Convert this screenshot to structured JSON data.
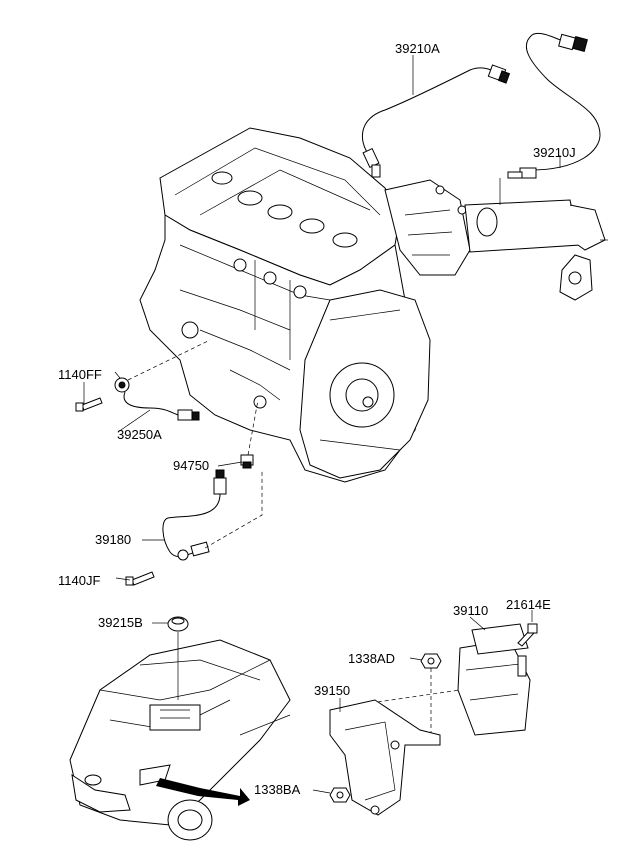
{
  "diagram": {
    "labels": {
      "p39210A": "39210A",
      "p39210J": "39210J",
      "p1140FF": "1140FF",
      "p39250A": "39250A",
      "p94750": "94750",
      "p39180": "39180",
      "p1140JF": "1140JF",
      "p39215B": "39215B",
      "p39110": "39110",
      "p21614E": "21614E",
      "p1338AD": "1338AD",
      "p39150": "39150",
      "p1338BA": "1338BA"
    }
  }
}
